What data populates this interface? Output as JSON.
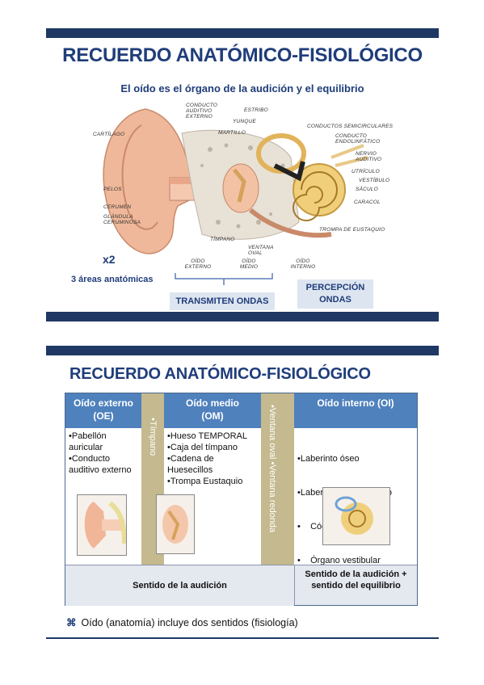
{
  "slide1": {
    "title": "RECUERDO ANATÓMICO-FISIOLÓGICO",
    "subtitle": "El oído es el órgano de la audición y el equilibrio",
    "labels": {
      "cartilago": "Cartílago",
      "conducto_auditivo_externo": "Conducto auditivo externo",
      "estribo": "Estribo",
      "yunque": "Yunque",
      "martillo": "Martillo",
      "conductos_semicirculares": "Conductos semicirculares",
      "conducto_endolinfatico": "Conducto endolinfático",
      "nervio_auditivo": "Nervio auditivo",
      "utriculo": "Utrículo",
      "vestibulo": "Vestíbulo",
      "saculo": "Sáculo",
      "caracol": "Caracol",
      "trompa_eustaquio": "Trompa de Eustaquio",
      "pelos": "Pelos",
      "cerumen": "Cerumen",
      "glandula_ceruminosa": "Glándula ceruminosa",
      "timpano": "Tímpano",
      "ventana_oval": "Ventana oval",
      "oido_externo": "Oído externo",
      "oido_medio": "Oído medio",
      "oido_interno": "Oído interno"
    },
    "x2": "x2",
    "areas": "3 áreas anatómicas",
    "transmiten": "TRANSMITEN ONDAS",
    "percepcion": "PERCEPCIÓN ONDAS"
  },
  "slide2": {
    "title": "RECUERDO ANATÓMICO-FISIOLÓGICO",
    "columns": [
      {
        "header": "Oído externo (OE)",
        "items": [
          "•Pabellón auricular",
          "•Conducto auditivo externo"
        ]
      },
      {
        "header": "Oído medio (OM)",
        "items": [
          "•Hueso TEMPORAL",
          "•Caja del tímpano",
          "•Cadena de Huesecillos",
          "•Trompa Eustaquio"
        ]
      },
      {
        "header": "Oído interno (OI)",
        "items": [
          "•Laberinto óseo",
          "•Laberinto membranoso",
          "•    Cóclea",
          "•    Órgano vestibular"
        ]
      }
    ],
    "strip1": "•Tímpano",
    "strip2": "•Ventana oval •Ventana redonda",
    "footer_left": "Sentido de la audición",
    "footer_right": "Sentido de la audición + sentido del equilibrio",
    "note_icon": "⌘",
    "note": "Oído (anatomía) incluye dos sentidos (fisiología)"
  },
  "colors": {
    "title_blue": "#1f3d7a",
    "bar_navy": "#1f3864",
    "header_blue": "#4f81bd",
    "strip_tan": "#c4b98f"
  }
}
